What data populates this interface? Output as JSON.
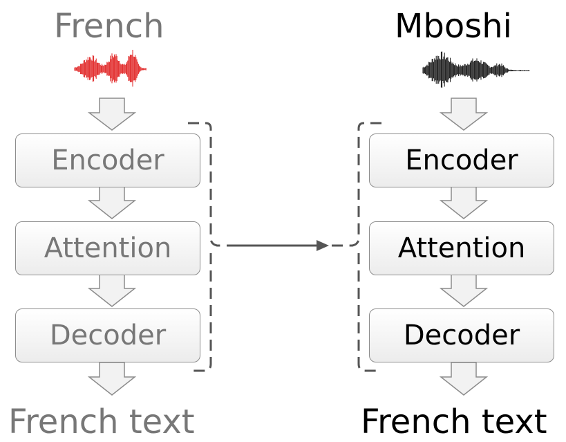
{
  "colors": {
    "source_wave": "#e02020",
    "target_wave": "#111111",
    "faded_text": "#777777",
    "text": "#000000",
    "arrow_fill": "#f2f2f2",
    "arrow_stroke": "#8c8c8c",
    "bracket": "#555555"
  },
  "left_model": {
    "language": "French",
    "encoder": "Encoder",
    "attention": "Attention",
    "decoder": "Decoder",
    "output": "French text"
  },
  "right_model": {
    "language": "Mboshi",
    "encoder": "Encoder",
    "attention": "Attention",
    "decoder": "Decoder",
    "output": "French text"
  },
  "icons": [
    "speech-waveform-icon",
    "down-arrow-icon",
    "transfer-arrow-icon",
    "bracket-icon"
  ]
}
